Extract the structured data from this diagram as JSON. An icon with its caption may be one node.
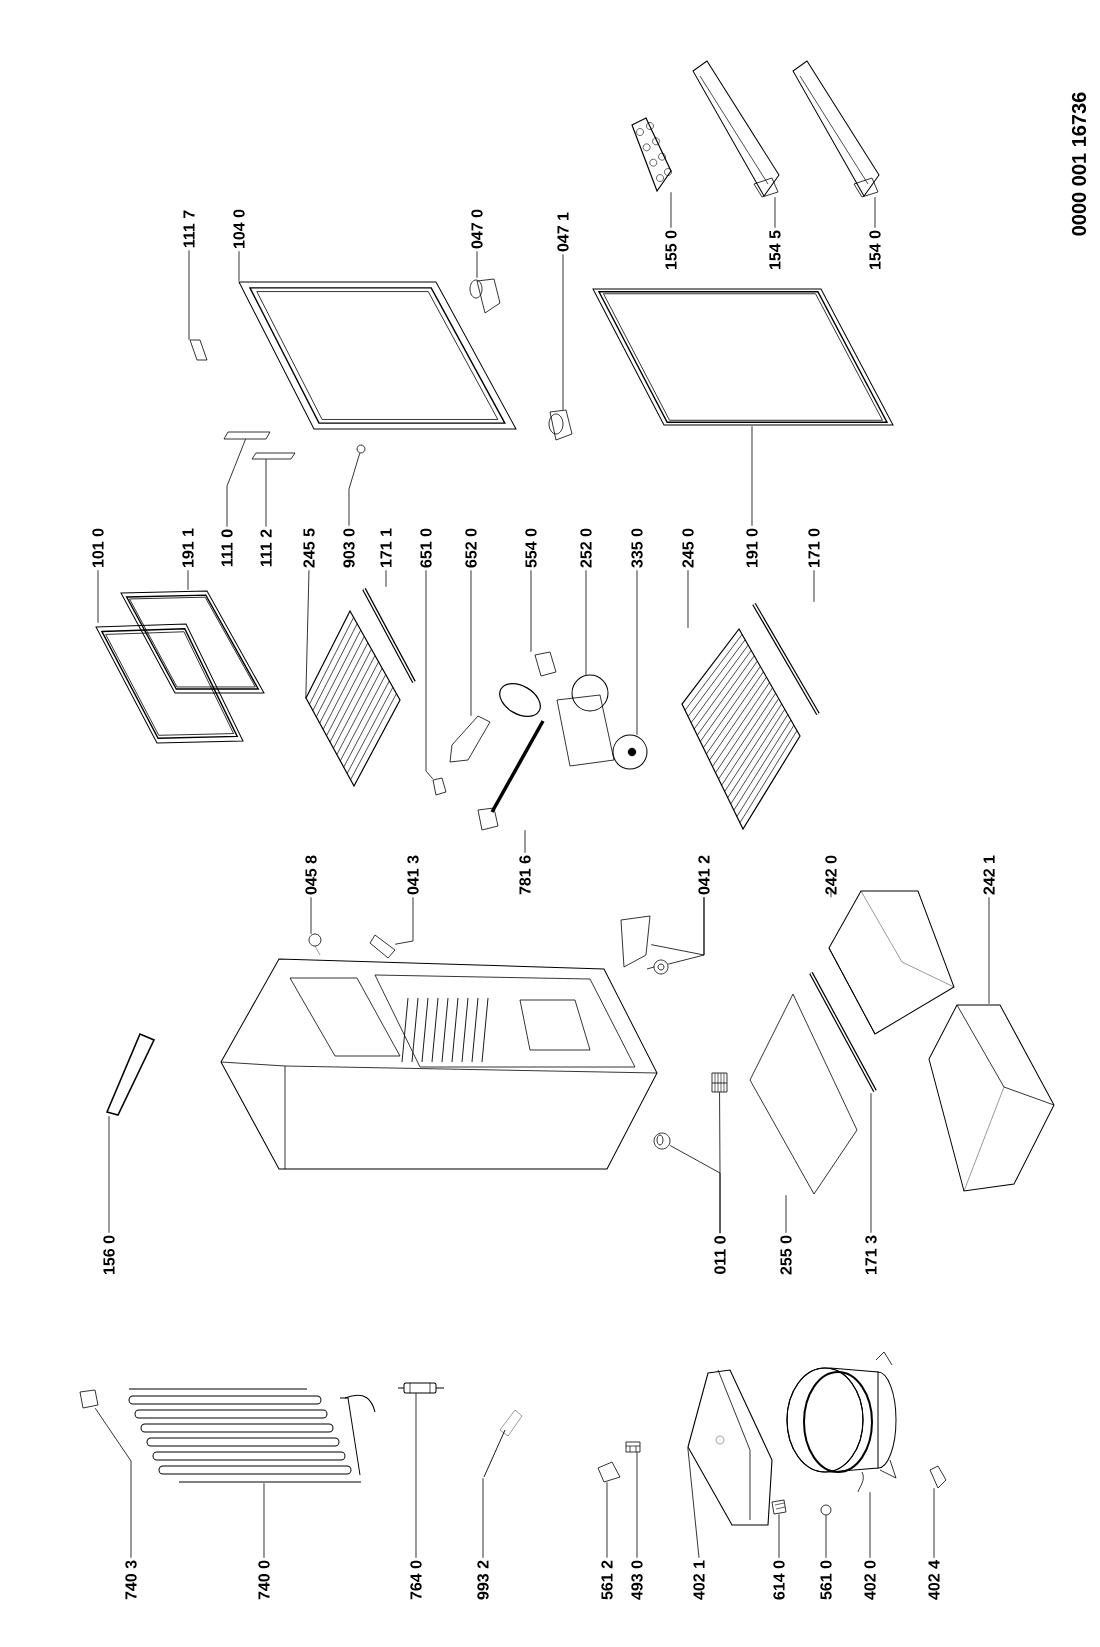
{
  "diagram": {
    "nodes": [
      {
        "text": [
          "111 7"
        ]
      },
      {
        "text": [
          "104 0"
        ]
      },
      {
        "text": [
          "047 0"
        ]
      },
      {
        "text": [
          "047 1"
        ]
      },
      {
        "text": [
          "155 0"
        ]
      },
      {
        "text": [
          "154 5"
        ]
      },
      {
        "text": [
          "154 0"
        ]
      },
      {
        "text": [
          "101 0"
        ]
      },
      {
        "text": [
          "191 1"
        ]
      },
      {
        "text": [
          "111 0"
        ]
      },
      {
        "text": [
          "111 2"
        ]
      },
      {
        "text": [
          "245 5"
        ]
      },
      {
        "text": [
          "903 0"
        ]
      },
      {
        "text": [
          "171 1"
        ]
      },
      {
        "text": [
          "651 0"
        ]
      },
      {
        "text": [
          "652 0"
        ]
      },
      {
        "text": [
          "554 0"
        ]
      },
      {
        "text": [
          "252 0"
        ]
      },
      {
        "text": [
          "335 0"
        ]
      },
      {
        "text": [
          "245 0"
        ]
      },
      {
        "text": [
          "191 0"
        ]
      },
      {
        "text": [
          "171 0"
        ]
      },
      {
        "text": [
          "045 8"
        ]
      },
      {
        "text": [
          "041 3"
        ]
      },
      {
        "text": [
          "781 6"
        ]
      },
      {
        "text": [
          "041 2"
        ]
      },
      {
        "text": [
          "242 0"
        ]
      },
      {
        "text": [
          "242 1"
        ]
      },
      {
        "text": [
          "156 0"
        ]
      },
      {
        "text": [
          "011 0"
        ]
      },
      {
        "text": [
          "255 0"
        ]
      },
      {
        "text": [
          "171 3"
        ]
      },
      {
        "text": [
          "740 3"
        ]
      },
      {
        "text": [
          "740 0"
        ]
      },
      {
        "text": [
          "764 0"
        ]
      },
      {
        "text": [
          "993 2"
        ]
      },
      {
        "text": [
          "561 2"
        ]
      },
      {
        "text": [
          "493 0"
        ]
      },
      {
        "text": [
          "402 1"
        ]
      },
      {
        "text": [
          "614 0"
        ]
      },
      {
        "text": [
          "561 0"
        ]
      },
      {
        "text": [
          "402 0"
        ]
      },
      {
        "text": [
          "402 4"
        ]
      },
      {
        "text": [],
        "shape": "picture"
      },
      {
        "text": [],
        "shape": "picture"
      },
      {
        "text": [],
        "shape": "picture"
      },
      {
        "text": [],
        "shape": "picture"
      },
      {
        "text": [],
        "shape": "picture"
      },
      {
        "text": [],
        "shape": "picture"
      },
      {
        "text": [],
        "shape": "picture"
      },
      {
        "text": [],
        "shape": "picture"
      },
      {
        "text": [],
        "shape": "picture"
      },
      {
        "text": [],
        "shape": "picture"
      },
      {
        "text": [],
        "shape": "picture"
      },
      {
        "text": [],
        "shape": "picture"
      },
      {
        "text": [],
        "shape": "picture"
      },
      {
        "text": [],
        "shape": "picture"
      },
      {
        "text": [],
        "shape": "picture"
      },
      {
        "text": [],
        "shape": "picture"
      },
      {
        "text": [],
        "shape": "picture"
      },
      {
        "text": [],
        "shape": "picture"
      },
      {
        "text": [],
        "shape": "picture"
      },
      {
        "text": [],
        "shape": "picture"
      },
      {
        "text": [],
        "shape": "picture"
      },
      {
        "text": [],
        "shape": "picture"
      },
      {
        "text": [],
        "shape": "picture"
      },
      {
        "text": [],
        "shape": "picture"
      },
      {
        "text": [],
        "shape": "picture"
      },
      {
        "text": [],
        "shape": "picture"
      },
      {
        "text": [],
        "shape": "picture"
      },
      {
        "text": [],
        "shape": "picture"
      },
      {
        "text": [],
        "shape": "picture"
      },
      {
        "text": [],
        "shape": "picture"
      },
      {
        "text": [],
        "shape": "picture"
      },
      {
        "text": [],
        "shape": "picture"
      },
      {
        "text": [],
        "shape": "picture"
      },
      {
        "text": [],
        "shape": "picture"
      },
      {
        "text": [],
        "shape": "picture"
      },
      {
        "text": [],
        "shape": "picture"
      },
      {
        "text": [],
        "shape": "picture"
      },
      {
        "text": [],
        "shape": "picture"
      },
      {
        "text": [],
        "shape": "picture"
      },
      {
        "text": [],
        "shape": "picture"
      },
      {
        "text": [],
        "shape": "picture"
      },
      {
        "text": [],
        "shape": "picture"
      },
      {
        "text": [],
        "shape": "picture"
      },
      {
        "text": [],
        "shape": "picture"
      },
      {
        "text": [],
        "shape": "picture"
      }
    ],
    "edges": [
      {
        "from": 0,
        "to": 43,
        "arrow": "none"
      },
      {
        "from": 1,
        "to": 44,
        "arrow": "none"
      },
      {
        "from": 2,
        "to": 45,
        "arrow": "none"
      },
      {
        "from": 3,
        "to": 46,
        "arrow": "none"
      },
      {
        "from": 4,
        "to": 47,
        "arrow": "none"
      },
      {
        "from": 5,
        "to": 48,
        "arrow": "none"
      },
      {
        "from": 6,
        "to": 49,
        "arrow": "none"
      },
      {
        "from": 7,
        "to": 50,
        "arrow": "none"
      },
      {
        "from": 8,
        "to": 51,
        "arrow": "none"
      },
      {
        "from": 9,
        "to": 52,
        "arrow": "none"
      },
      {
        "from": 10,
        "to": 53,
        "arrow": "none"
      },
      {
        "from": 11,
        "to": 54,
        "arrow": "none"
      },
      {
        "from": 12,
        "to": 55,
        "arrow": "none"
      },
      {
        "from": 13,
        "to": 56,
        "arrow": "none"
      },
      {
        "from": 14,
        "to": 57,
        "arrow": "none"
      },
      {
        "from": 15,
        "to": 58,
        "arrow": "none"
      },
      {
        "from": 16,
        "to": 59,
        "arrow": "none"
      },
      {
        "from": 17,
        "to": 60,
        "arrow": "none"
      },
      {
        "from": 18,
        "to": 61,
        "arrow": "none"
      },
      {
        "from": 19,
        "to": 62,
        "arrow": "none"
      },
      {
        "from": 20,
        "to": 63,
        "arrow": "none"
      },
      {
        "from": 21,
        "to": 64,
        "arrow": "none"
      },
      {
        "from": 22,
        "to": 65,
        "arrow": "none"
      },
      {
        "from": 23,
        "to": 66,
        "arrow": "none"
      },
      {
        "from": 24,
        "to": 67,
        "arrow": "none"
      },
      {
        "from": 25,
        "to": 68,
        "arrow": "none"
      },
      {
        "from": 25,
        "to": 69,
        "arrow": "none"
      },
      {
        "from": 26,
        "to": 70,
        "arrow": "none"
      },
      {
        "from": 27,
        "to": 71,
        "arrow": "none"
      },
      {
        "from": 28,
        "to": 72,
        "arrow": "none"
      },
      {
        "from": 29,
        "to": 73,
        "arrow": "none"
      },
      {
        "from": 29,
        "to": 74,
        "arrow": "none"
      },
      {
        "from": 30,
        "to": 75,
        "arrow": "none"
      },
      {
        "from": 31,
        "to": 76,
        "arrow": "none"
      },
      {
        "from": 32,
        "to": 77,
        "arrow": "none"
      },
      {
        "from": 33,
        "to": 78,
        "arrow": "none"
      },
      {
        "from": 34,
        "to": 79,
        "arrow": "none"
      },
      {
        "from": 35,
        "to": 80,
        "arrow": "none"
      },
      {
        "from": 36,
        "to": 81,
        "arrow": "none"
      },
      {
        "from": 37,
        "to": 82,
        "arrow": "none"
      },
      {
        "from": 38,
        "to": 83,
        "arrow": "none"
      },
      {
        "from": 39,
        "to": 84,
        "arrow": "none"
      },
      {
        "from": 40,
        "to": 85,
        "arrow": "none"
      },
      {
        "from": 41,
        "to": 86,
        "arrow": "none"
      },
      {
        "from": 42,
        "to": 87,
        "arrow": "none"
      }
    ],
    "labels": [
      "0000  001 16736"
    ]
  }
}
